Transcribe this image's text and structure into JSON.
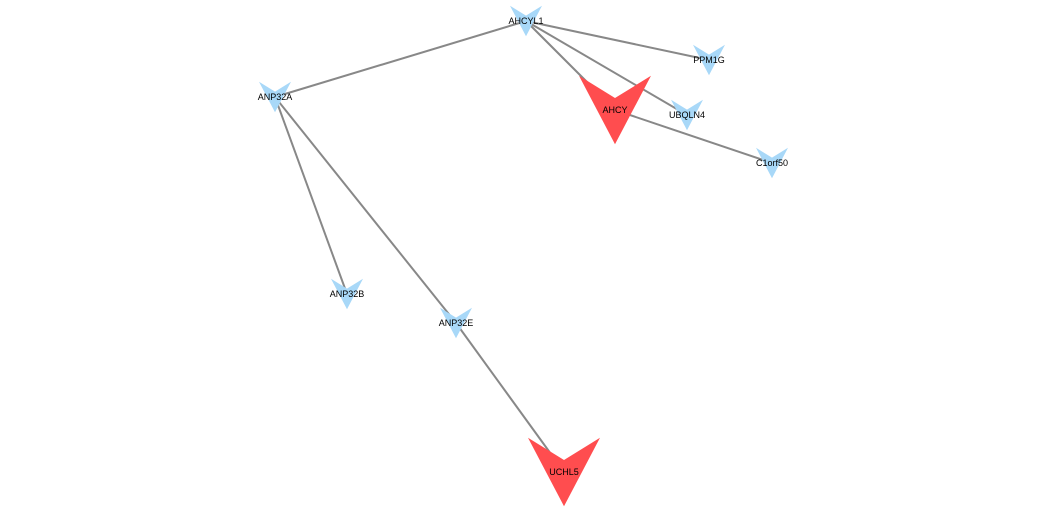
{
  "graph": {
    "colors": {
      "edge": "#888888",
      "neighbor_node": "#a8d8f8",
      "seed_node": "#ff4d4f",
      "label": "#000000"
    },
    "nodes": [
      {
        "id": "AHCYL1",
        "label": "AHCYL1",
        "kind": "neighbor",
        "icon": "arrowhead-down-icon"
      },
      {
        "id": "PPM1G",
        "label": "PPM1G",
        "kind": "neighbor",
        "icon": "arrowhead-down-icon"
      },
      {
        "id": "AHCY",
        "label": "AHCY",
        "kind": "seed",
        "icon": "arrowhead-down-icon"
      },
      {
        "id": "UBQLN4",
        "label": "UBQLN4",
        "kind": "neighbor",
        "icon": "arrowhead-down-icon"
      },
      {
        "id": "C1orf50",
        "label": "C1orf50",
        "kind": "neighbor",
        "icon": "arrowhead-down-icon"
      },
      {
        "id": "ANP32A",
        "label": "ANP32A",
        "kind": "neighbor",
        "icon": "arrowhead-down-icon"
      },
      {
        "id": "ANP32B",
        "label": "ANP32B",
        "kind": "neighbor",
        "icon": "arrowhead-down-icon"
      },
      {
        "id": "ANP32E",
        "label": "ANP32E",
        "kind": "neighbor",
        "icon": "arrowhead-down-icon"
      },
      {
        "id": "UCHL5",
        "label": "UCHL5",
        "kind": "seed",
        "icon": "arrowhead-down-icon"
      }
    ],
    "edges": [
      {
        "source": "AHCYL1",
        "target": "ANP32A"
      },
      {
        "source": "AHCYL1",
        "target": "PPM1G"
      },
      {
        "source": "AHCYL1",
        "target": "AHCY"
      },
      {
        "source": "AHCYL1",
        "target": "UBQLN4"
      },
      {
        "source": "AHCY",
        "target": "C1orf50"
      },
      {
        "source": "ANP32A",
        "target": "ANP32B"
      },
      {
        "source": "ANP32A",
        "target": "ANP32E"
      },
      {
        "source": "ANP32E",
        "target": "UCHL5"
      }
    ]
  }
}
